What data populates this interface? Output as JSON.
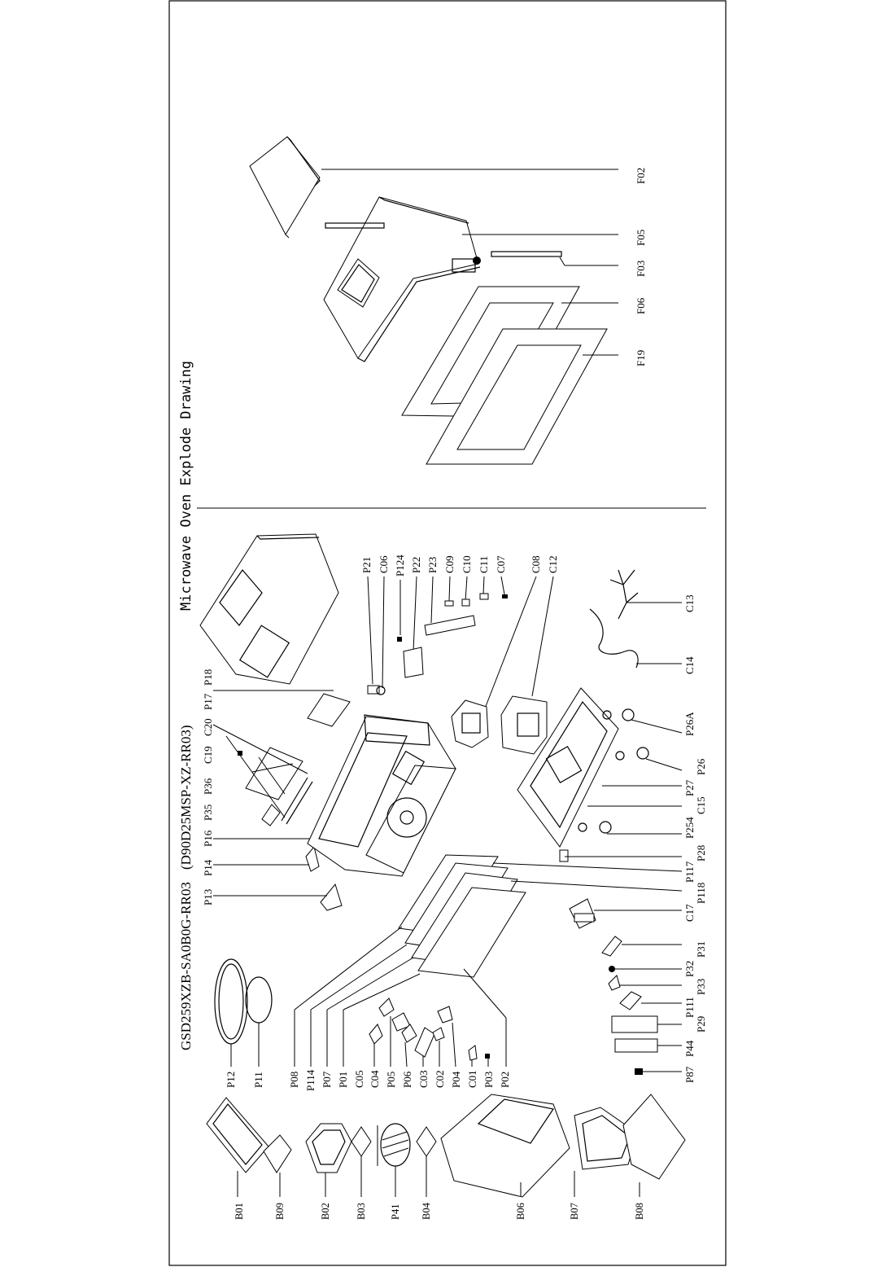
{
  "title": {
    "model": "GSD259XZB-SA0B0G-RR03",
    "code": "(D90D25MSP-XZ-RR03)",
    "caption": "Microwave Oven Explode Drawing"
  },
  "labels": {
    "f02": "F02",
    "f05": "F05",
    "f03": "F03",
    "f06": "F06",
    "f19": "F19",
    "p21": "P21",
    "c06": "C06",
    "p124": "P124",
    "p22": "P22",
    "p23": "P23",
    "c09": "C09",
    "c10": "C10",
    "c11": "C11",
    "c07": "C07",
    "c08": "C08",
    "c12": "C12",
    "c13": "C13",
    "c14": "C14",
    "p26a": "P26A",
    "p26": "P26",
    "p27": "P27",
    "c15": "C15",
    "p254": "P254",
    "p28": "P28",
    "p117": "P117",
    "p118": "P118",
    "c17": "C17",
    "p31": "P31",
    "p32": "P32",
    "p33": "P33",
    "p111": "P111",
    "p29": "P29",
    "p44": "P44",
    "p87": "P87",
    "p18": "P18",
    "p17": "P17",
    "c20": "C20",
    "c19": "C19",
    "p36": "P36",
    "p35": "P35",
    "p16": "P16",
    "p14": "P14",
    "p13": "P13",
    "p12": "P12",
    "p11": "P11",
    "p08": "P08",
    "p114": "P114",
    "p07": "P07",
    "p01": "P01",
    "c05": "C05",
    "c04": "C04",
    "p05": "P05",
    "p06": "P06",
    "c03": "C03",
    "c02": "C02",
    "p04": "P04",
    "c01": "C01",
    "p03": "P03",
    "p02": "P02",
    "b01": "B01",
    "b09": "B09",
    "b02": "B02",
    "b03": "B03",
    "p41": "P41",
    "b04": "B04",
    "b06": "B06",
    "b07": "B07",
    "b08": "B08"
  }
}
